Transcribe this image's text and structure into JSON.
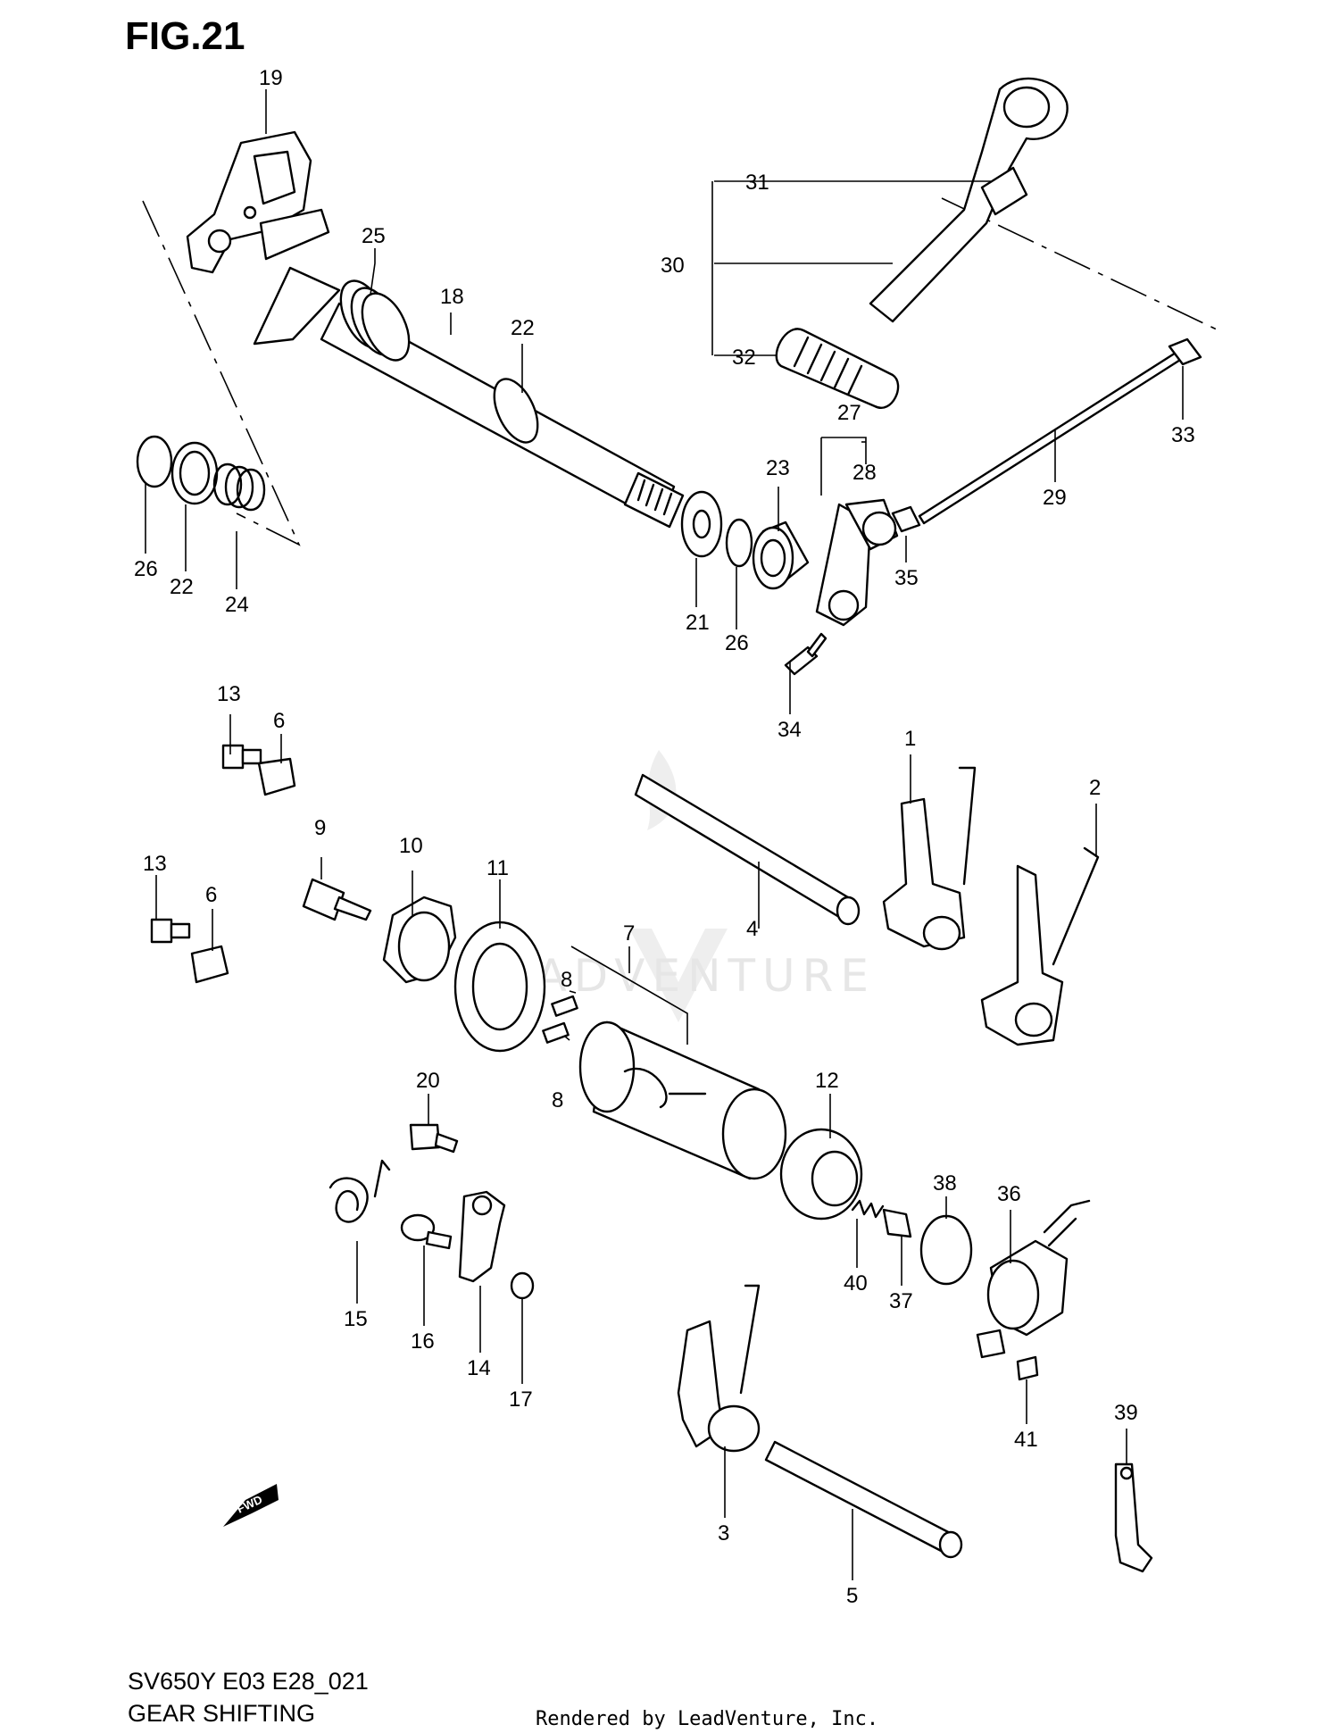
{
  "figure_title": "FIG.21",
  "footer": {
    "model_code": "SV650Y E03 E28_021",
    "section": "GEAR SHIFTING",
    "credit": "Rendered by LeadVenture, Inc."
  },
  "watermark": "LEADVENTURE",
  "fwd_mark": "FWD",
  "callouts": {
    "c1": "1",
    "c2": "2",
    "c3": "3",
    "c4": "4",
    "c5": "5",
    "c6a": "6",
    "c6b": "6",
    "c7": "7",
    "c8a": "8",
    "c8b": "8",
    "c9": "9",
    "c10": "10",
    "c11": "11",
    "c12": "12",
    "c13a": "13",
    "c13b": "13",
    "c14": "14",
    "c15": "15",
    "c16": "16",
    "c17": "17",
    "c18": "18",
    "c19": "19",
    "c20": "20",
    "c21": "21",
    "c22a": "22",
    "c22b": "22",
    "c23": "23",
    "c24": "24",
    "c25": "25",
    "c26a": "26",
    "c26b": "26",
    "c27": "27",
    "c28": "28",
    "c29": "29",
    "c30": "30",
    "c31": "31",
    "c32": "32",
    "c33": "33",
    "c34": "34",
    "c35": "35",
    "c36": "36",
    "c37": "37",
    "c38": "38",
    "c39": "39",
    "c40": "40",
    "c41": "41"
  }
}
